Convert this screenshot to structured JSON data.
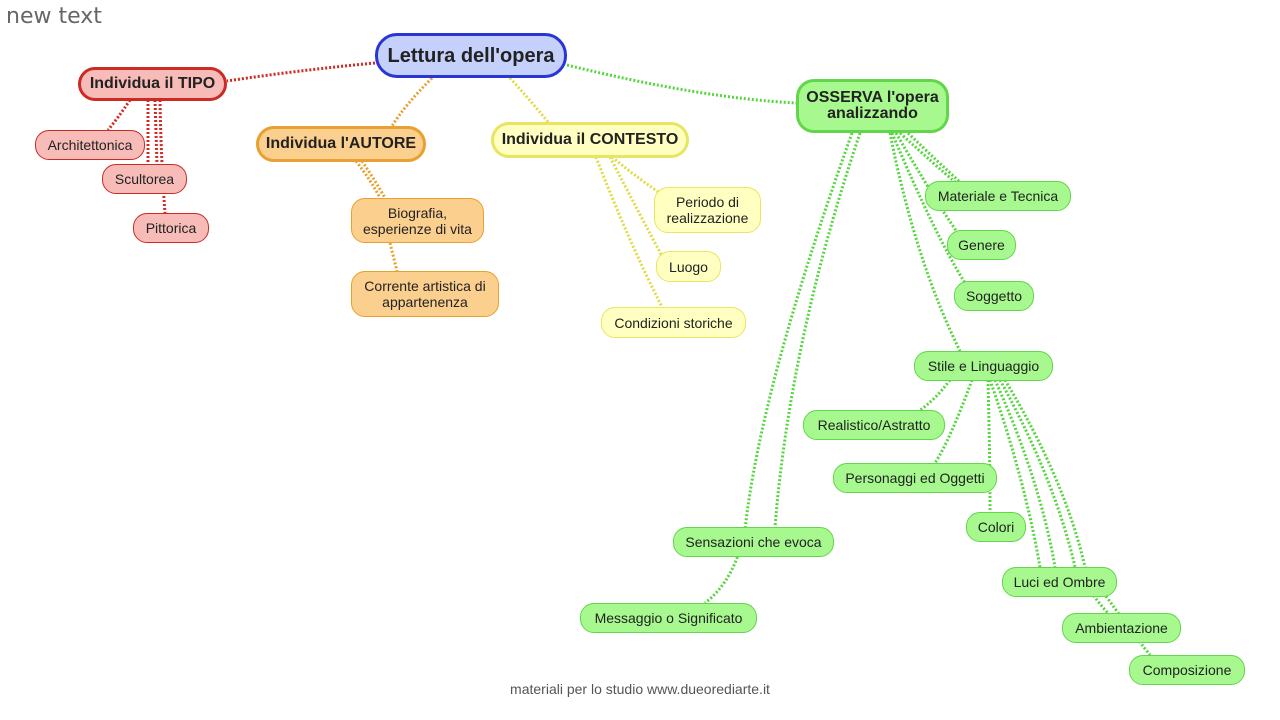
{
  "title": "new text",
  "footer": "materiali per lo studio  www.dueorediarte.it",
  "colors": {
    "red": {
      "fill": "#f7bcb8",
      "border": "#cc2a24",
      "line": "#d0281f"
    },
    "orange": {
      "fill": "#fbcf8e",
      "border": "#e8a030",
      "line": "#e8a030"
    },
    "yellow": {
      "fill": "#ffffc2",
      "border": "#e8e560",
      "line": "#e0dc44"
    },
    "green": {
      "fill": "#a7f98f",
      "border": "#62d64a",
      "line": "#56d63e"
    },
    "blue": {
      "fill": "#c5d0fb",
      "border": "#2a35d6"
    }
  },
  "map": {
    "root": "Lettura dell'opera",
    "tipo": {
      "label": "Individua il TIPO",
      "items": [
        "Architettonica",
        "Scultorea",
        "Pittorica"
      ]
    },
    "autore": {
      "label": "Individua l'AUTORE",
      "items": [
        "Biografia,\nesperienze di vita",
        "Corrente artistica di\nappartenenza"
      ]
    },
    "contesto": {
      "label": "Individua il CONTESTO",
      "items": [
        "Periodo di\nrealizzazione",
        "Luogo",
        "Condizioni storiche"
      ]
    },
    "osserva": {
      "label": "OSSERVA l'opera\nanalizzando",
      "items": [
        "Materiale e Tecnica",
        "Genere",
        "Soggetto",
        "Stile e Linguaggio",
        "Sensazioni che evoca",
        "Messaggio o Significato"
      ],
      "stile_items": [
        "Realistico/Astratto",
        "Personaggi ed Oggetti",
        "Colori",
        "Luci ed Ombre",
        "Ambientazione",
        "Composizione"
      ]
    }
  }
}
